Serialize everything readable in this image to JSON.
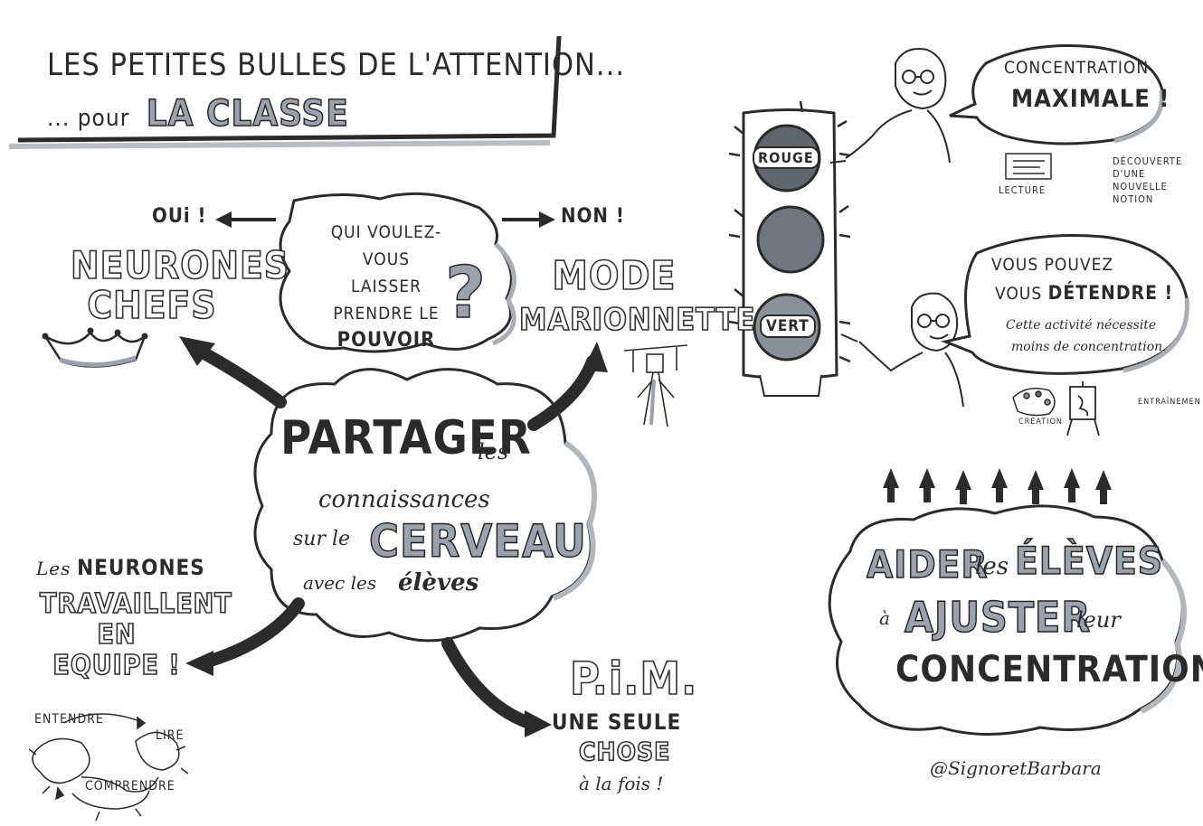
{
  "title": {
    "line1": "LES PETITES BULLES DE L'ATTENTION...",
    "line2_prefix": "... pour",
    "line2_emph": "LA CLASSE"
  },
  "question": {
    "text_1": "QUI VOULEZ-VOUS",
    "text_2": "LAISSER",
    "text_3": "PRENDRE LE",
    "text_4": "POUVOIR",
    "mark": "?"
  },
  "yes_label": "OUi !",
  "no_label": "NON !",
  "neurones_chefs": {
    "line1": "NEURONES",
    "line2": "CHEFS"
  },
  "mode_marionnette": {
    "line1": "MODE",
    "line2": "MARIONNETTE"
  },
  "center": {
    "partager": "PARTAGER",
    "les": "les",
    "connaissances": "connaissances",
    "sur_le": "sur le",
    "cerveau": "CERVEAU",
    "avec_les": "avec les",
    "eleves": "élèves"
  },
  "neurones_equipe": {
    "les": "Les",
    "neurones": "NEURONES",
    "travaillent": "TRAVAILLENT",
    "en": "EN",
    "equipe": "EQUIPE !",
    "entendre": "ENTENDRE",
    "lire": "LIRE",
    "comprendre": "COMPRENDRE"
  },
  "pim": {
    "title": "P.i.M.",
    "line1": "UNE SEULE",
    "line2": "CHOSE",
    "line3": "à la fois !"
  },
  "traffic_light": {
    "rouge": "ROUGE",
    "vert": "VERT"
  },
  "bubble_top": {
    "line1": "CONCENTRATION",
    "line2": "MAXIMALE !"
  },
  "top_labels": {
    "lecture": "LECTURE",
    "decouverte_1": "DÉCOUVERTE",
    "decouverte_2": "D'UNE",
    "decouverte_3": "NOUVELLE",
    "decouverte_4": "NOTION"
  },
  "bubble_bottom": {
    "line1": "VOUS POUVEZ",
    "line2_prefix": "VOUS",
    "line2_emph": "DÉTENDRE !",
    "line3": "Cette activité nécessite",
    "line4": "moins de concentration."
  },
  "bottom_labels": {
    "creation": "CRÉATION",
    "entrainement": "ENTRAÎNEMEN"
  },
  "aider": {
    "aider": "AIDER",
    "les": "les",
    "eleves": "ÉLÈVES",
    "a": "à",
    "ajuster": "AJUSTER",
    "leur": "leur",
    "concentration": "CONCENTRATION"
  },
  "signature": "@SignoretBarbara",
  "colors": {
    "ink": "#2b2b2b",
    "grey": "#8e969e",
    "light_grey": "#c9ced3",
    "paper": "#ffffff"
  }
}
